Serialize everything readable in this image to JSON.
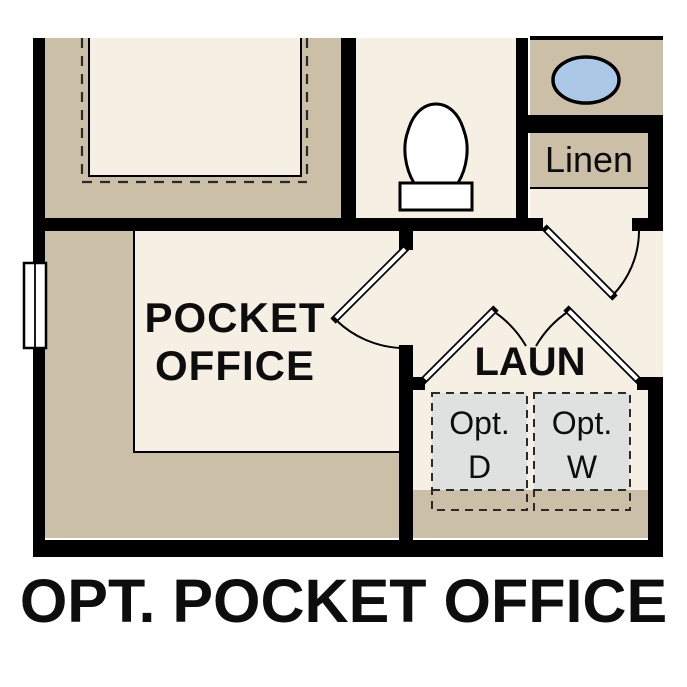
{
  "title": "OPT. POCKET OFFICE",
  "rooms": {
    "pocket_office": {
      "label_line1": "POCKET",
      "label_line2": "OFFICE"
    },
    "laundry": {
      "label": "LAUN"
    },
    "linen": {
      "label": "Linen"
    },
    "dryer": {
      "line1": "Opt.",
      "line2": "D"
    },
    "washer": {
      "line1": "Opt.",
      "line2": "W"
    }
  },
  "icons": {
    "toilet": "toilet-plan-symbol",
    "sink": "oval-sink-basin-symbol",
    "window": "double-pane-window-symbol",
    "doors": "door-swing-arc-symbol",
    "optional_appliances": "dashed-outline-squares"
  },
  "colors": {
    "wall_black": "#000000",
    "floor_tan": "#cbbfa8",
    "floor_cream": "#f6efe3",
    "appliance_gray": "#dfe1e0",
    "sink_blue": "#abc9e7",
    "dashed_line": "#2a2a2a",
    "text": "#0d0d0d",
    "background": "#ffffff"
  }
}
